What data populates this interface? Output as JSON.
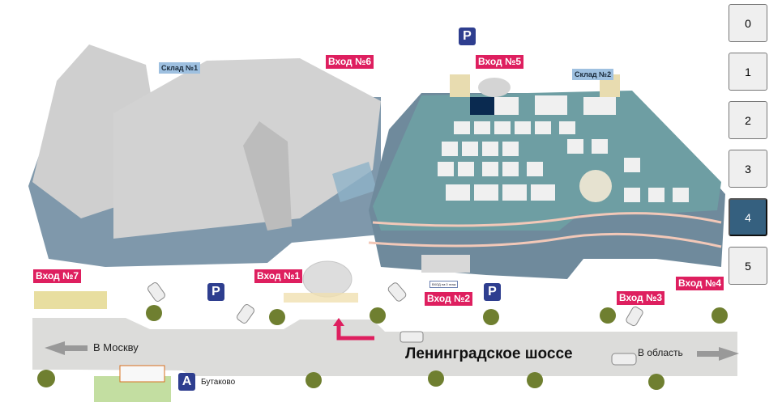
{
  "map": {
    "entrances": [
      {
        "id": "7",
        "label": "Вход №7"
      },
      {
        "id": "1",
        "label": "Вход №1"
      },
      {
        "id": "6",
        "label": "Вход №6"
      },
      {
        "id": "5",
        "label": "Вход №5"
      },
      {
        "id": "2",
        "label": "Вход №2"
      },
      {
        "id": "3",
        "label": "Вход №3"
      },
      {
        "id": "4",
        "label": "Вход №4"
      }
    ],
    "warehouses": [
      "Склад №1",
      "Склад №2"
    ],
    "parking_label": "P",
    "bus_stop": {
      "icon": "A",
      "name": "Бутаково"
    },
    "road": {
      "name": "Ленинградское шоссе",
      "left_direction": "В Москву",
      "right_direction": "В область"
    },
    "entrance2_note": "ВХОД на 0 этаж",
    "colors": {
      "entrance": "#de1f5f",
      "parking": "#2e3e8f",
      "warehouse": "#9ec0e0",
      "active_floor": "#35607f",
      "arrow": "#de1f5f"
    }
  },
  "floors": {
    "items": [
      "0",
      "1",
      "2",
      "3",
      "4",
      "5"
    ],
    "active": "4"
  }
}
